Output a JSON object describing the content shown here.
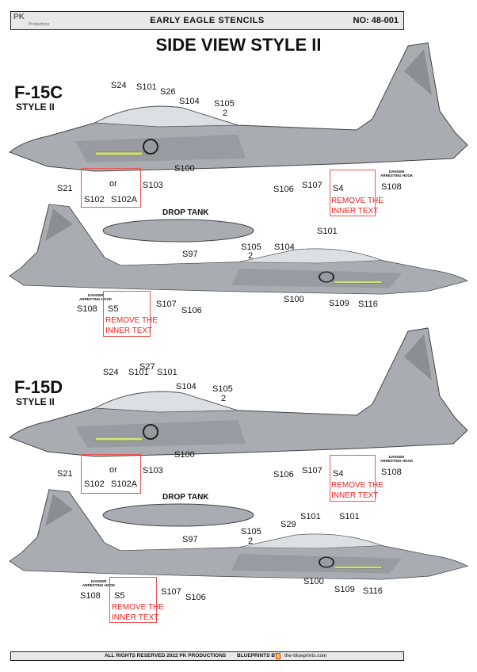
{
  "header": {
    "brand": "PK",
    "brand_sub": "Productions",
    "title": "EARLY EAGLE STENCILS",
    "number": "NO: 48-001"
  },
  "page_title": "SIDE VIEW STYLE II",
  "footer": {
    "rights": "ALL RIGHTS RESERVED 2022 PK PRODUCTIONS",
    "blueprints": "BLUEPRINTS BY",
    "site": "the-blueprints.com"
  },
  "colors": {
    "aircraft": "#a9adb2",
    "dark": "#7d8187",
    "callout": "#e22222"
  },
  "common": {
    "or": "or",
    "remove1": "REMOVE THE",
    "remove2": "INNER TEXT",
    "drop_tank": "DROP TANK",
    "danger": "DANGER",
    "arresting_hook": "ARRESTING HOOK",
    "two": "2"
  },
  "f15c": {
    "name": "F-15C",
    "style": "STYLE II",
    "side1": [
      "S24",
      "S101",
      "S26",
      "S104",
      "S105",
      "S21",
      "S102",
      "S102A",
      "S103",
      "S100",
      "S106",
      "S107",
      "S4",
      "S108"
    ],
    "side2": [
      "S97",
      "S105",
      "S104",
      "S101",
      "S108",
      "S5",
      "S107",
      "S106",
      "S100",
      "S109",
      "S116"
    ]
  },
  "f15d": {
    "name": "F-15D",
    "style": "STYLE II",
    "side1": [
      "S24",
      "S101",
      "S27",
      "S101",
      "S104",
      "S105",
      "S21",
      "S102",
      "S102A",
      "S103",
      "S100",
      "S106",
      "S107",
      "S4",
      "S108"
    ],
    "side2": [
      "S97",
      "S105",
      "S29",
      "S101",
      "S101",
      "S108",
      "S5",
      "S107",
      "S106",
      "S100",
      "S109",
      "S116"
    ]
  }
}
